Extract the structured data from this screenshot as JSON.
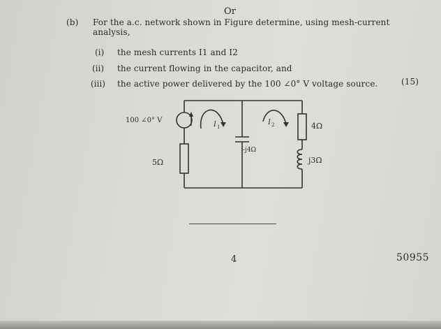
{
  "header": {
    "or_text": "Or"
  },
  "question": {
    "label": "(b)",
    "line1": "For the a.c. network shown in Figure determine, using mesh-current",
    "line2": "analysis,",
    "parts": [
      {
        "num": "(i)",
        "text": "the mesh currents I1 and I2"
      },
      {
        "num": "(ii)",
        "text": "the current flowing in the capacitor, and"
      },
      {
        "num": "(iii)",
        "text": "the active power delivered by the 100 ∠0° V voltage source."
      }
    ],
    "marks": "(15)"
  },
  "circuit": {
    "source_label": "100 ∠0° V",
    "r1_label": "5Ω",
    "cap_label": "-j4Ω",
    "r2_label": "4Ω",
    "ind_label": "j3Ω",
    "mesh1_label": "I1",
    "mesh2_label": "I2",
    "mesh1_sub": "1",
    "mesh2_sub": "2"
  },
  "footer": {
    "page_number": "4",
    "code": "50955"
  }
}
